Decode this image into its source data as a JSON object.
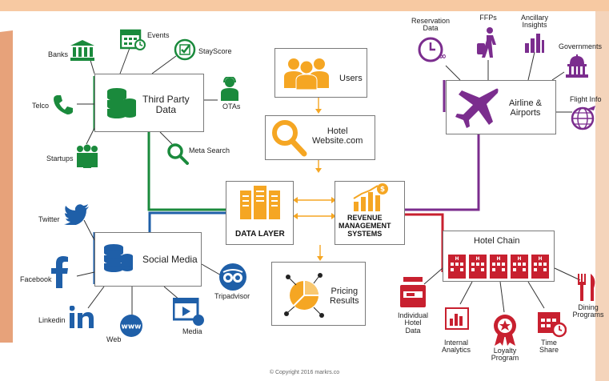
{
  "colors": {
    "green": "#1a8a3c",
    "blue": "#1f5fa8",
    "orange": "#f5a623",
    "purple": "#7b2d8e",
    "red": "#c8202f",
    "peach": "#f7c9a2"
  },
  "nodes": {
    "third_party": "Third Party\nData",
    "social_media": "Social Media",
    "users": "Users",
    "hotel_website": "Hotel\nWebsite.com",
    "data_layer": "DATA LAYER",
    "rms": "REVENUE\nMANAGEMENT\nSYSTEMS",
    "pricing": "Pricing\nResults",
    "airline": "Airline &\nAirports",
    "hotel_chain": "Hotel Chain"
  },
  "sources": {
    "banks": "Banks",
    "events": "Events",
    "stayscore": "StayScore",
    "telco": "Telco",
    "otas": "OTAs",
    "startups": "Startups",
    "meta_search": "Meta Search",
    "twitter": "Twitter",
    "facebook": "Facebook",
    "linkedin": "Linkedin",
    "web": "Web",
    "media": "Media",
    "tripadvisor": "Tripadvisor",
    "reservation": "Reservation\nData",
    "ffps": "FFPs",
    "ancillary": "Ancillary\nInsights",
    "governments": "Governments",
    "flight_info": "Flight Info",
    "individual": "Individual\nHotel\nData",
    "internal": "Internal\nAnalytics",
    "loyalty": "Loyalty\nProgram",
    "timeshare": "Time\nShare",
    "dining": "Dining\nPrograms"
  },
  "icons": {
    "www": "www",
    "hotel_sign": "H"
  },
  "copyright": "© Copyright 2016 markrs.co"
}
